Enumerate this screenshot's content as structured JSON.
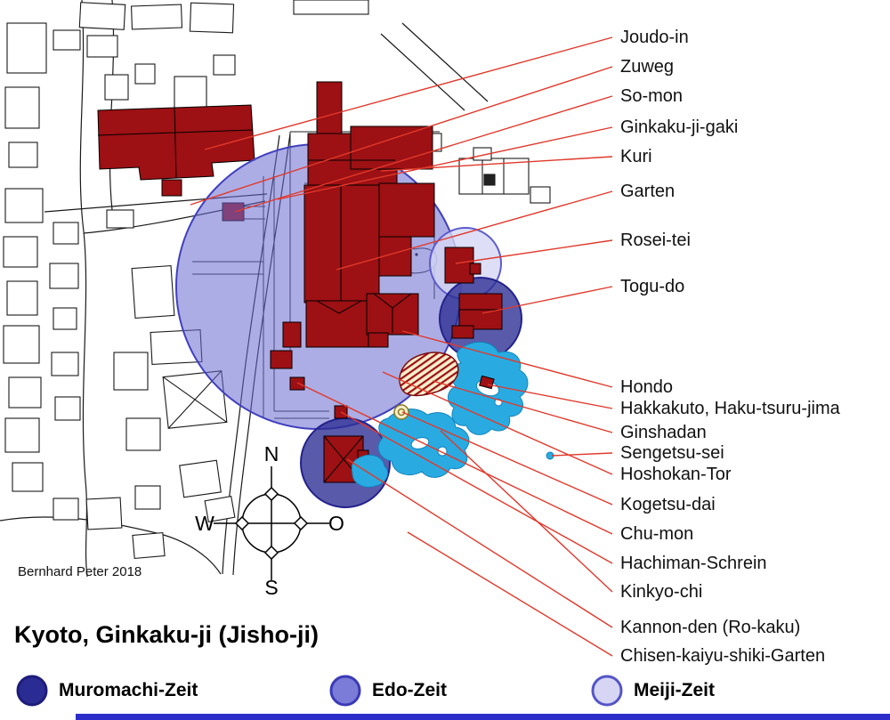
{
  "title": "Kyoto, Ginkaku-ji (Jisho-ji)",
  "credit": "Bernhard Peter 2018",
  "compass": {
    "n": "N",
    "w": "W",
    "o": "O",
    "s": "S"
  },
  "labels": [
    "Joudo-in",
    "Zuweg",
    "So-mon",
    "Ginkaku-ji-gaki",
    "Kuri",
    "Garten",
    "Rosei-tei",
    "Togu-do",
    "Hondo",
    "Hakkakuto, Haku-tsuru-jima",
    "Ginshadan",
    "Sengetsu-sei",
    "Hoshokan-Tor",
    "Kogetsu-dai",
    "Chu-mon",
    "Hachiman-Schrein",
    "Kinkyo-chi",
    "Kannon-den (Ro-kaku)",
    "Chisen-kaiyu-shiki-Garten"
  ],
  "legend": [
    {
      "label": "Muromachi-Zeit",
      "fill": "#2b2b94",
      "stroke": "#1c1c7a"
    },
    {
      "label": "Edo-Zeit",
      "fill": "#7b7bd8",
      "stroke": "#3a3ab8"
    },
    {
      "label": "Meiji-Zeit",
      "fill": "#d6d6f4",
      "stroke": "#5555c8"
    }
  ],
  "colors": {
    "building": "#9d1013",
    "pond": "#29abe2",
    "leader": "#e0392b",
    "muromachi": "#2b2b94",
    "edo": "#6a6ad0",
    "meiji": "#d6d6f4"
  }
}
